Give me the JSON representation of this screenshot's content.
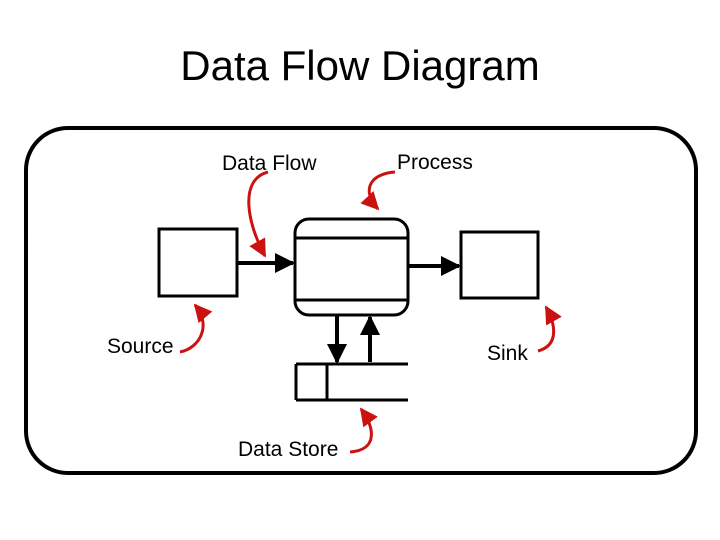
{
  "title": "Data Flow Diagram",
  "labels": {
    "data_flow": "Data Flow",
    "process": "Process",
    "source": "Source",
    "sink": "Sink",
    "data_store": "Data Store"
  },
  "colors": {
    "outline": "#000000",
    "pointer": "#cc1111",
    "background": "#ffffff"
  }
}
